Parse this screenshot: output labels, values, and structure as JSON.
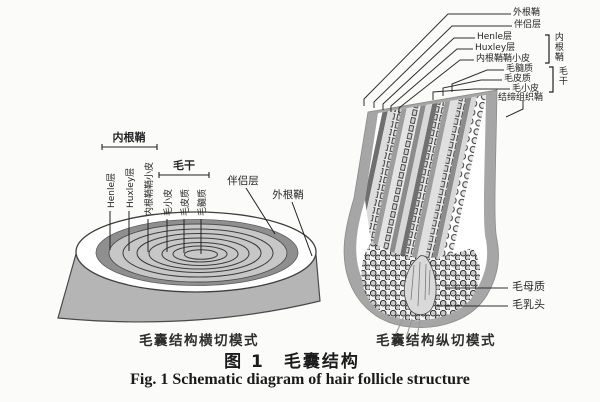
{
  "figure": {
    "title_zh": "图 1　毛囊结构",
    "title_en": "Fig. 1   Schematic diagram of hair follicle structure"
  },
  "left": {
    "caption": "毛囊结构横切模式",
    "groups": {
      "inner_root_sheath": "内根鞘",
      "hair_shaft": "毛干"
    },
    "labels": {
      "henle": "Henle层",
      "huxley": "Huxley层",
      "irs_cuticle": "内根鞘鞘小皮",
      "hair_cuticle": "毛小皮",
      "hair_cortex": "毛皮质",
      "hair_medulla": "毛髓质",
      "companion_layer": "伴侣层",
      "outer_root_sheath": "外根鞘"
    }
  },
  "right": {
    "caption": "毛囊结构纵切模式",
    "groups": {
      "inner_root_sheath": "内根鞘",
      "hair_shaft": "毛干"
    },
    "labels": {
      "outer_root_sheath": "外根鞘",
      "companion_layer": "伴侣层",
      "henle": "Henle层",
      "huxley": "Huxley层",
      "irs_cuticle": "内根鞘鞘小皮",
      "hair_medulla": "毛髓质",
      "hair_cortex": "毛皮质",
      "hair_cuticle": "毛小皮",
      "connective_tissue_sheath": "结缔组织鞘",
      "hair_matrix": "毛母质",
      "dermal_papilla": "毛乳头"
    }
  },
  "colors": {
    "background": "#fbfbf9",
    "ink": "#262626",
    "cylinder_gray": "#b5b5b5",
    "dark_ring": "#8f8f8f",
    "light_ring": "#c7c7c7",
    "sheath_gray": "#a6a6a6",
    "papilla_gray": "#d9d9d9"
  }
}
